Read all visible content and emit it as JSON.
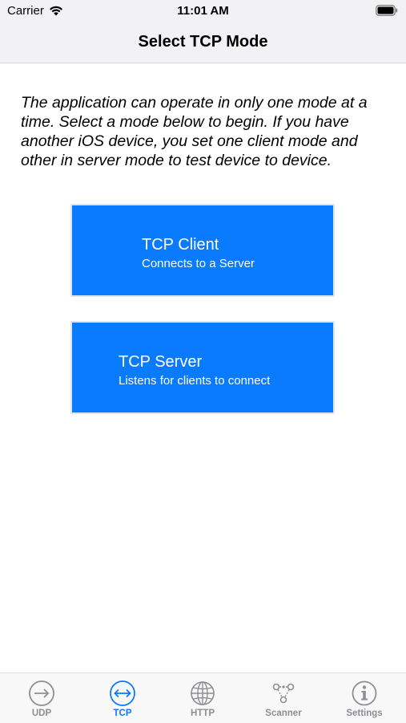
{
  "status": {
    "carrier": "Carrier",
    "time": "11:01 AM"
  },
  "nav": {
    "title": "Select TCP Mode"
  },
  "intro": {
    "text": "The application can operate in only one mode at a time. Select a mode below to begin. If you have another iOS device, you set one client mode and other in server mode to test device to device."
  },
  "modes": [
    {
      "title": "TCP Client",
      "subtitle": "Connects to a Server"
    },
    {
      "title": "TCP Server",
      "subtitle": "Listens for clients to connect"
    }
  ],
  "tabs": [
    {
      "label": "UDP",
      "icon": "arrow-right-circle-icon",
      "active": false
    },
    {
      "label": "TCP",
      "icon": "double-arrow-circle-icon",
      "active": true
    },
    {
      "label": "HTTP",
      "icon": "globe-icon",
      "active": false
    },
    {
      "label": "Scanner",
      "icon": "network-nodes-icon",
      "active": false
    },
    {
      "label": "Settings",
      "icon": "info-circle-icon",
      "active": false
    }
  ],
  "colors": {
    "accent": "#0a7aff",
    "inactive": "#8e8e93",
    "bar_background": "#f2f2f4"
  }
}
